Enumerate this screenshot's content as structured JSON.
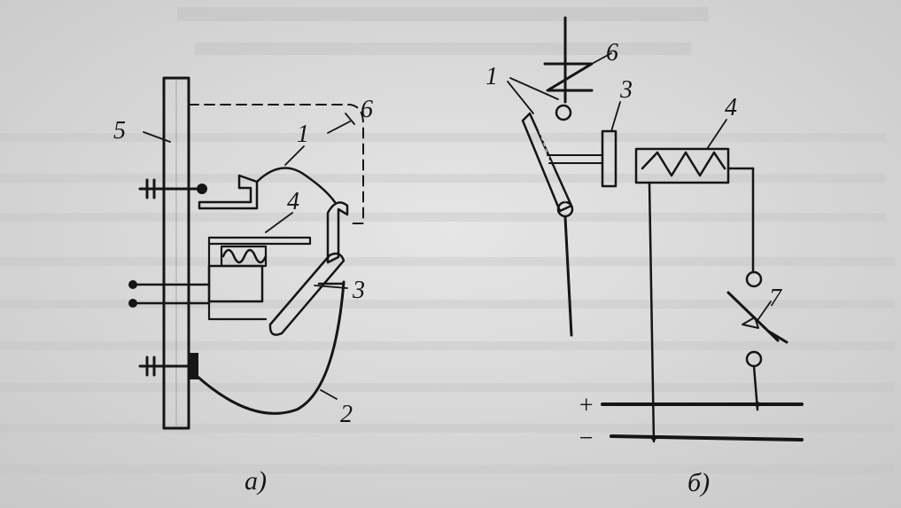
{
  "diagram_a": {
    "caption": "а)",
    "labels": {
      "n1": "1",
      "n2": "2",
      "n3": "3",
      "n4": "4",
      "n5": "5",
      "n6": "6"
    }
  },
  "diagram_b": {
    "caption": "б)",
    "labels": {
      "n1": "1",
      "n3": "3",
      "n4": "4",
      "n6": "6",
      "n7": "7"
    },
    "bus_plus": "+",
    "bus_minus": "−"
  },
  "colors": {
    "ink": "#151515",
    "paper": "#d9d9d9"
  }
}
